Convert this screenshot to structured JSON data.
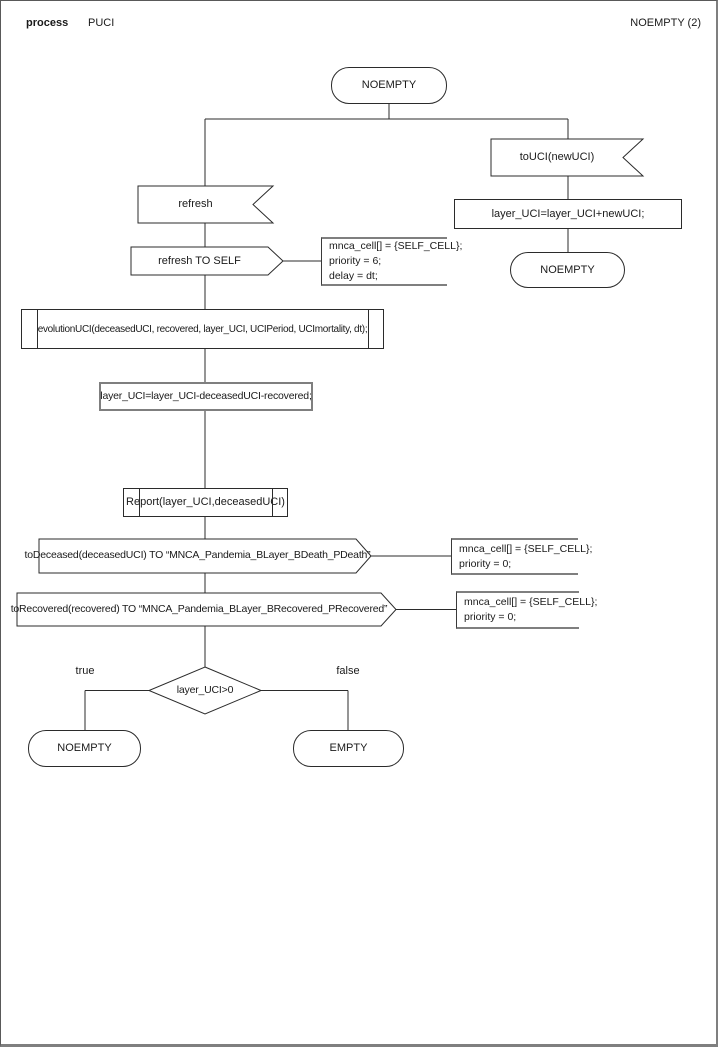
{
  "header": {
    "kind": "process",
    "process_name": "PUCI",
    "page_ref": "NOEMPTY (2)"
  },
  "colors": {
    "stroke": "#2b2b2b",
    "comment_border": "#7f7f7f",
    "background": "#ffffff"
  },
  "nodes": {
    "start_state": "NOEMPTY",
    "input_right": "toUCI(newUCI)",
    "task_right": "layer_UCI=layer_UCI+newUCI;",
    "state_right": "NOEMPTY",
    "input_left": "refresh",
    "output_self": "refresh TO SELF",
    "comment_self": [
      "mnca_cell[] = {SELF_CELL};",
      "priority = 6;",
      "delay = dt;"
    ],
    "procedure_evolution": "evolutionUCI(deceasedUCI, recovered, layer_UCI, UCIPeriod, UCImortality, dt);",
    "task_update": "layer_UCI=layer_UCI-deceasedUCI-recovered;",
    "procedure_report": "Report(layer_UCI,deceasedUCI)",
    "output_deceased": "toDeceased(deceasedUCI) TO “MNCA_Pandemia_BLayer_BDeath_PDeath”",
    "comment_deceased": [
      "mnca_cell[] = {SELF_CELL};",
      "priority = 0;"
    ],
    "output_recovered": "toRecovered(recovered) TO “MNCA_Pandemia_BLayer_BRecovered_PRecovered”",
    "comment_recovered": [
      "mnca_cell[] = {SELF_CELL};",
      "priority = 0;"
    ],
    "decision": "layer_UCI>0",
    "branch_true_label": "true",
    "branch_false_label": "false",
    "state_true": "NOEMPTY",
    "state_false": "EMPTY"
  }
}
